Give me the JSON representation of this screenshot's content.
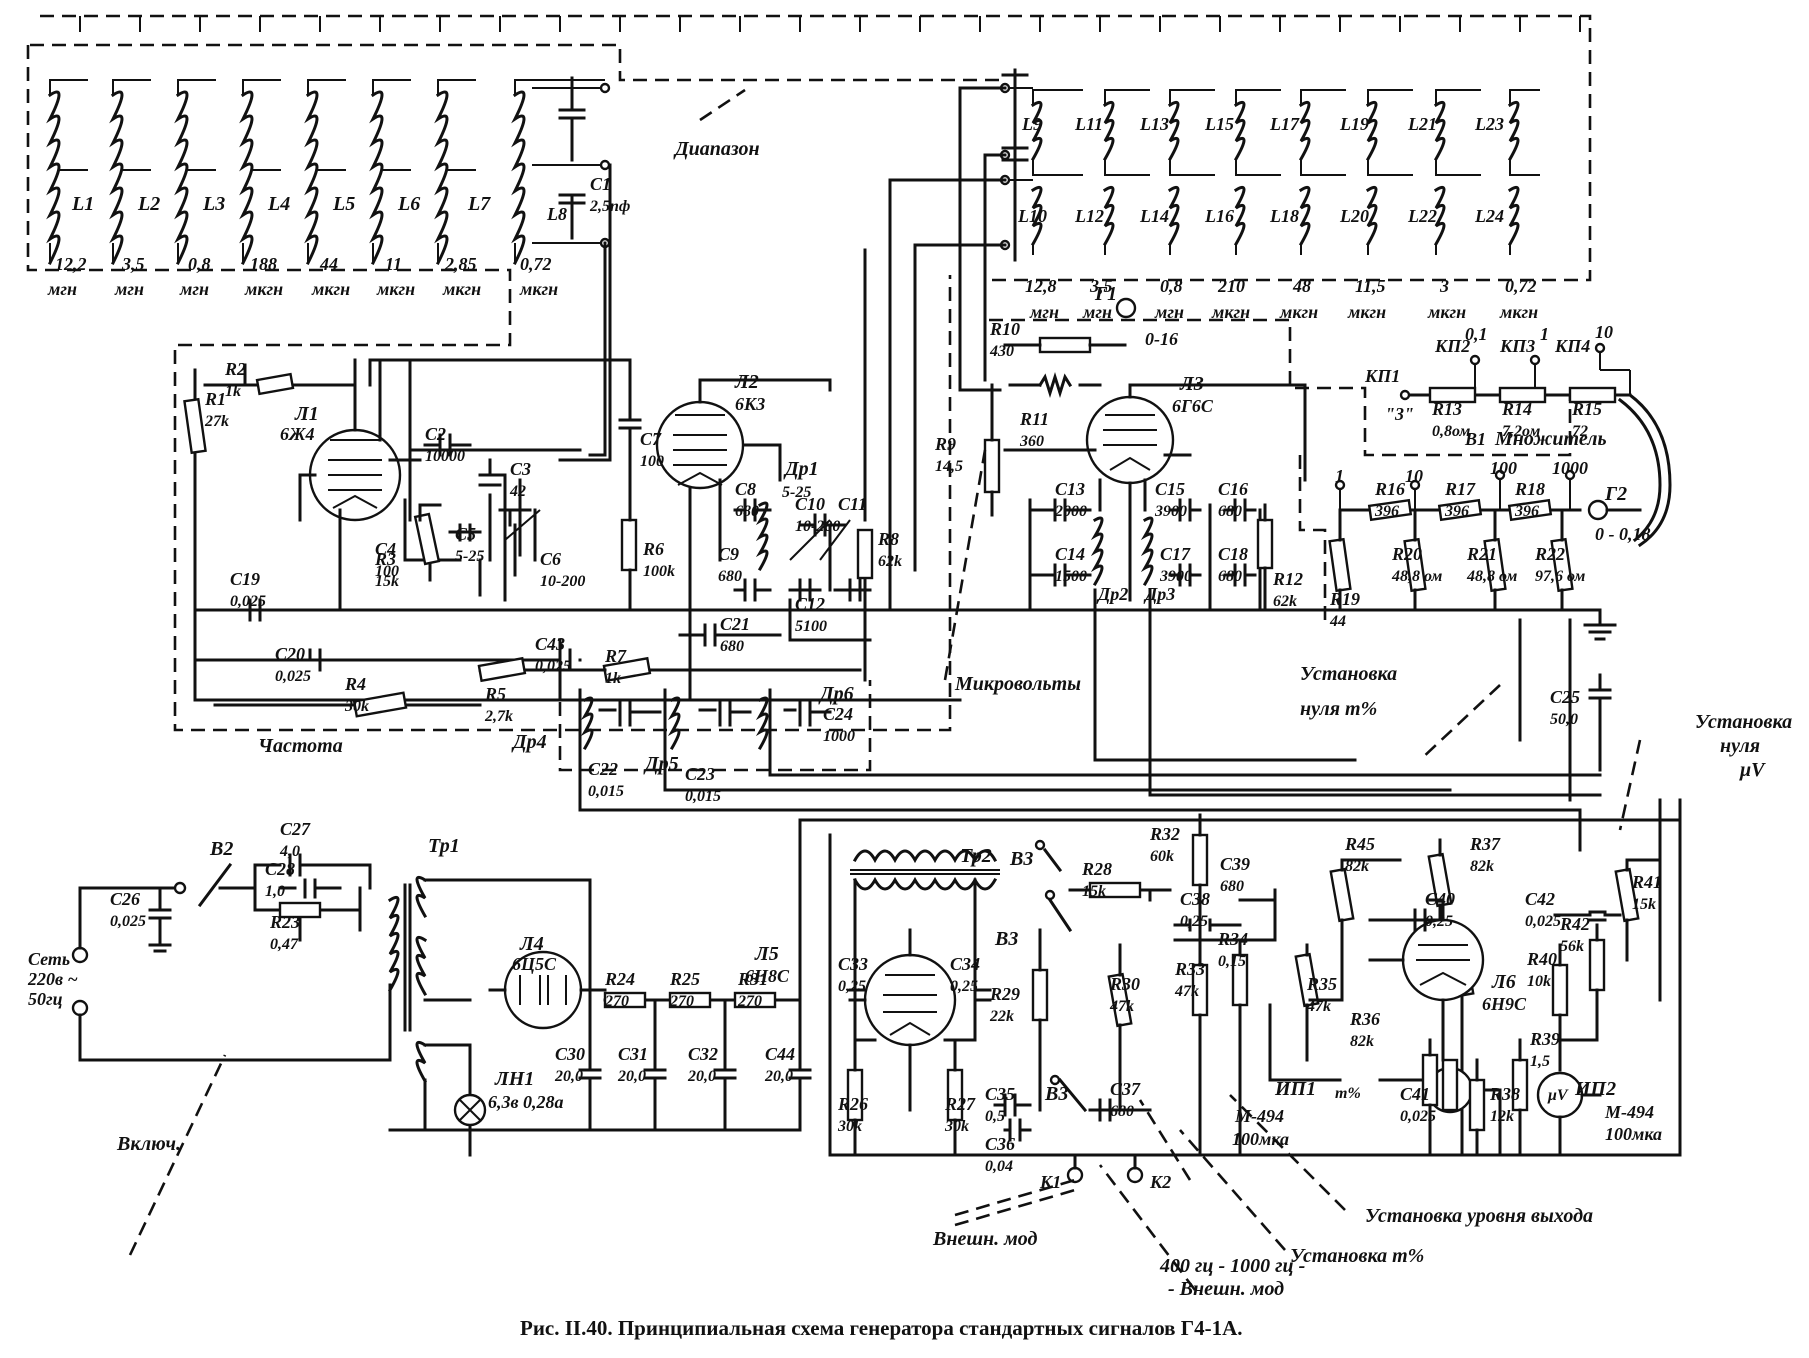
{
  "caption": "Рис. II.40. Принципиальная схема генератора стандартных сигналов Г4-1А.",
  "coils_left": [
    {
      "ref": "L1",
      "value": "12,2",
      "unit": "мгн"
    },
    {
      "ref": "L2",
      "value": "3,5",
      "unit": "мгн"
    },
    {
      "ref": "L3",
      "value": "0,8",
      "unit": "мгн"
    },
    {
      "ref": "L4",
      "value": "188",
      "unit": "мкгн"
    },
    {
      "ref": "L5",
      "value": "44",
      "unit": "мкгн"
    },
    {
      "ref": "L6",
      "value": "11",
      "unit": "мкгн"
    },
    {
      "ref": "L7",
      "value": "2,85",
      "unit": "мкгн"
    },
    {
      "ref": "L8",
      "value": "0,72",
      "unit": "мкгн"
    }
  ],
  "coils_right_top": [
    "L9",
    "L11",
    "L13",
    "L15",
    "L17",
    "L19",
    "L21",
    "L23"
  ],
  "coils_right_bottom": [
    {
      "ref": "L10",
      "value": "12,8",
      "unit": "мгн"
    },
    {
      "ref": "L12",
      "value": "3,5",
      "unit": "мгн"
    },
    {
      "ref": "L14",
      "value": "0,8",
      "unit": "мгн"
    },
    {
      "ref": "L16",
      "value": "210",
      "unit": "мкгн"
    },
    {
      "ref": "L18",
      "value": "48",
      "unit": "мкгн"
    },
    {
      "ref": "L20",
      "value": "11,5",
      "unit": "мкгн"
    },
    {
      "ref": "L22",
      "value": "3",
      "unit": "мкгн"
    },
    {
      "ref": "L24",
      "value": "0,72",
      "unit": "мкгн"
    }
  ],
  "switches": {
    "range": "Диапазон",
    "frequency": "Частота",
    "microvolts": "Микровольты",
    "multiplier": "Множитель",
    "power_on": "Включ.",
    "ext_mod": "Внешн. мод",
    "mod_select": [
      "400 гц - 1000 гц -",
      "- Внешн. мод"
    ],
    "zero_m": [
      "Установка",
      "нуля m%"
    ],
    "zero_uv": [
      "Установка",
      "нуля",
      "μV"
    ],
    "output_level": "Установка уровня выхода",
    "set_m": "Установка m%"
  },
  "mains": [
    "Сеть",
    "220в ~",
    "50гц"
  ],
  "tubes": [
    {
      "ref": "Л1",
      "type": "6Ж4"
    },
    {
      "ref": "Л2",
      "type": "6К3"
    },
    {
      "ref": "Л3",
      "type": "6Г6С"
    },
    {
      "ref": "Л4",
      "type": "6Ц5С"
    },
    {
      "ref": "Л5",
      "type": "6Н8С"
    },
    {
      "ref": "Л6",
      "type": "6Н9С"
    },
    {
      "ref": "ЛН1",
      "type": "6,3в 0,28а"
    }
  ],
  "resistors": [
    {
      "ref": "R1",
      "value": "27k"
    },
    {
      "ref": "R2",
      "value": "1k"
    },
    {
      "ref": "R3",
      "value": "15k"
    },
    {
      "ref": "R4",
      "value": "30k"
    },
    {
      "ref": "R5",
      "value": "2,7k"
    },
    {
      "ref": "R6",
      "value": "100k"
    },
    {
      "ref": "R7",
      "value": "1k"
    },
    {
      "ref": "R8",
      "value": "62k"
    },
    {
      "ref": "R9",
      "value": "14,5"
    },
    {
      "ref": "R10",
      "value": "430"
    },
    {
      "ref": "R11",
      "value": "360"
    },
    {
      "ref": "R12",
      "value": "62k"
    },
    {
      "ref": "R13",
      "value": "0,8ом"
    },
    {
      "ref": "R14",
      "value": "7,2ом"
    },
    {
      "ref": "R15",
      "value": "72"
    },
    {
      "ref": "R16",
      "value": "396"
    },
    {
      "ref": "R17",
      "value": "396"
    },
    {
      "ref": "R18",
      "value": "396"
    },
    {
      "ref": "R19",
      "value": "44"
    },
    {
      "ref": "R20",
      "value": "48,8 ом"
    },
    {
      "ref": "R21",
      "value": "48,8 ом"
    },
    {
      "ref": "R22",
      "value": "97,6 ом"
    },
    {
      "ref": "R23",
      "value": "0,47"
    },
    {
      "ref": "R24",
      "value": "270"
    },
    {
      "ref": "R25",
      "value": "270"
    },
    {
      "ref": "R31",
      "value": "270"
    },
    {
      "ref": "R26",
      "value": "30k"
    },
    {
      "ref": "R27",
      "value": "30k"
    },
    {
      "ref": "R28",
      "value": "15k"
    },
    {
      "ref": "R29",
      "value": "22k"
    },
    {
      "ref": "R30",
      "value": "47k"
    },
    {
      "ref": "R32",
      "value": "60k"
    },
    {
      "ref": "R33",
      "value": "47k"
    },
    {
      "ref": "R34",
      "value": "0,15"
    },
    {
      "ref": "R35",
      "value": "47k"
    },
    {
      "ref": "R36",
      "value": "82k"
    },
    {
      "ref": "R37",
      "value": "82k"
    },
    {
      "ref": "R38",
      "value": "12k"
    },
    {
      "ref": "R39",
      "value": "1,5"
    },
    {
      "ref": "R40",
      "value": "10k"
    },
    {
      "ref": "R41",
      "value": "15k"
    },
    {
      "ref": "R42",
      "value": "56k"
    },
    {
      "ref": "R45",
      "value": "82k"
    }
  ],
  "capacitors": [
    {
      "ref": "C1",
      "value": "2,5пф"
    },
    {
      "ref": "C2",
      "value": "10000"
    },
    {
      "ref": "C3",
      "value": "42"
    },
    {
      "ref": "C4",
      "value": "100"
    },
    {
      "ref": "C5",
      "value": "5-25"
    },
    {
      "ref": "C6",
      "value": "10-200"
    },
    {
      "ref": "C7",
      "value": "100"
    },
    {
      "ref": "C8",
      "value": "680"
    },
    {
      "ref": "C9",
      "value": "680"
    },
    {
      "ref": "C10",
      "value": "10-200"
    },
    {
      "ref": "C11",
      "value": ""
    },
    {
      "ref": "C12",
      "value": "5100"
    },
    {
      "ref": "C13",
      "value": "2000"
    },
    {
      "ref": "C14",
      "value": "1500"
    },
    {
      "ref": "C15",
      "value": "3900"
    },
    {
      "ref": "C16",
      "value": "680"
    },
    {
      "ref": "C17",
      "value": "3900"
    },
    {
      "ref": "C18",
      "value": "680"
    },
    {
      "ref": "C19",
      "value": "0,025"
    },
    {
      "ref": "C20",
      "value": "0,025"
    },
    {
      "ref": "C21",
      "value": "680"
    },
    {
      "ref": "C22",
      "value": "0,015"
    },
    {
      "ref": "C23",
      "value": "0,015"
    },
    {
      "ref": "C24",
      "value": "1000"
    },
    {
      "ref": "C25",
      "value": "50,0"
    },
    {
      "ref": "C26",
      "value": "0,025"
    },
    {
      "ref": "C27",
      "value": "4,0"
    },
    {
      "ref": "C28",
      "value": "1,0"
    },
    {
      "ref": "C30",
      "value": "20,0"
    },
    {
      "ref": "C31",
      "value": "20,0"
    },
    {
      "ref": "C32",
      "value": "20,0"
    },
    {
      "ref": "C33",
      "value": "0,25"
    },
    {
      "ref": "C34",
      "value": "0,25"
    },
    {
      "ref": "C35",
      "value": "0,5"
    },
    {
      "ref": "C36",
      "value": "0,04"
    },
    {
      "ref": "C37",
      "value": "680"
    },
    {
      "ref": "C38",
      "value": "0,25"
    },
    {
      "ref": "C39",
      "value": "680"
    },
    {
      "ref": "C40",
      "value": "0,25"
    },
    {
      "ref": "C41",
      "value": "0,025"
    },
    {
      "ref": "C42",
      "value": "0,025"
    },
    {
      "ref": "C43",
      "value": "0,025"
    },
    {
      "ref": "C44",
      "value": "20,0"
    }
  ],
  "chokes": [
    "Др1",
    "Др2",
    "Др3",
    "Др4",
    "Др5",
    "Др6"
  ],
  "chokes_extra": {
    "dr1_value": "5-25"
  },
  "transformers": [
    "Тр1",
    "Тр2"
  ],
  "jacks": [
    {
      "ref": "Г1",
      "label": "0-16"
    },
    {
      "ref": "Г2",
      "label": "0 - 0,18"
    },
    {
      "ref": "К1",
      "label": ""
    },
    {
      "ref": "К2",
      "label": ""
    }
  ],
  "attenuator": {
    "buttons": [
      "КП1",
      "КП2",
      "КП3",
      "КП4"
    ],
    "button_values": [
      "0,1",
      "1",
      "10"
    ],
    "kp1_mark": "\"3\"",
    "multiplier_ticks": [
      "1",
      "10",
      "100",
      "1000"
    ],
    "switch": "В1"
  },
  "mod_switch": [
    "В3",
    "В3",
    "В3"
  ],
  "power_switch": "В2",
  "meters": [
    {
      "ref": "ИП1",
      "type": "М-494",
      "range": "100мка",
      "symbol": "m%"
    },
    {
      "ref": "ИП2",
      "type": "М-494",
      "range": "100мка",
      "symbol": "μV"
    }
  ]
}
